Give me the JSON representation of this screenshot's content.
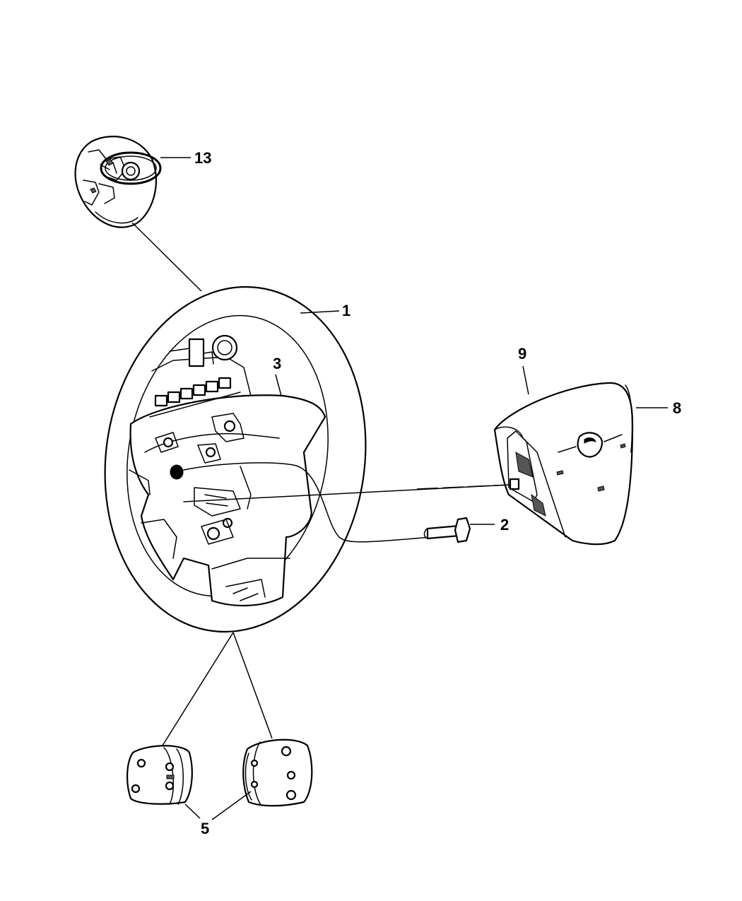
{
  "diagram": {
    "callouts": [
      {
        "id": "c13",
        "label": "13"
      },
      {
        "id": "c1",
        "label": "1"
      },
      {
        "id": "c3",
        "label": "3"
      },
      {
        "id": "c9",
        "label": "9"
      },
      {
        "id": "c8",
        "label": "8"
      },
      {
        "id": "c2",
        "label": "2"
      },
      {
        "id": "c5",
        "label": "5"
      }
    ]
  }
}
